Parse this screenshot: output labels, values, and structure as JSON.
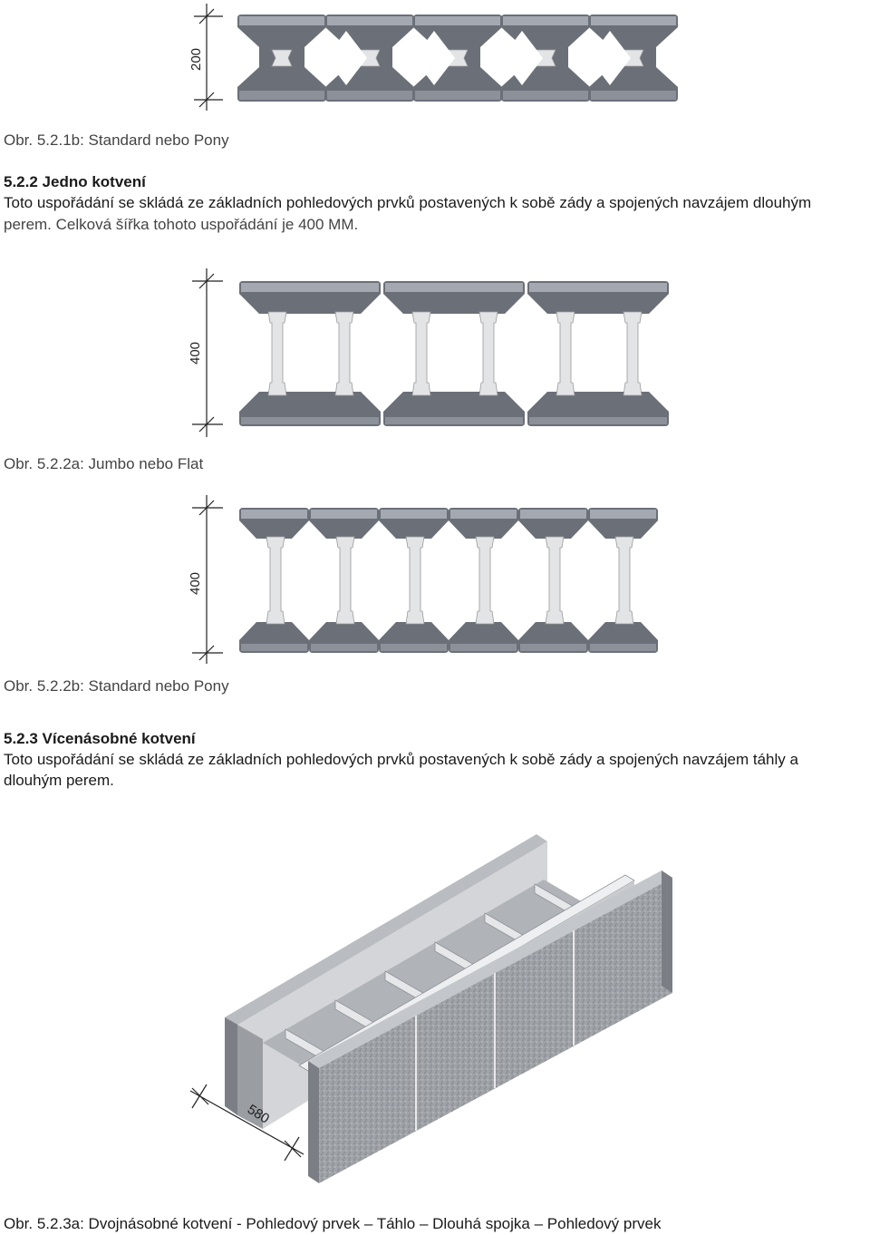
{
  "figures": {
    "fig_1b": {
      "caption": "Obr. 5.2.1b: Standard nebo Pony",
      "dimension": "200"
    },
    "fig_2a": {
      "caption": "Obr. 5.2.2a: Jumbo nebo Flat",
      "dimension": "400"
    },
    "fig_2b": {
      "caption": "Obr. 5.2.2b: Standard nebo Pony",
      "dimension": "400"
    },
    "fig_3a": {
      "caption": "Obr. 5.2.3a: Dvojnásobné kotvení - Pohledový prvek – Táhlo – Dlouhá spojka – Pohledový prvek",
      "dimension": "580"
    }
  },
  "sections": {
    "s_522": {
      "heading": "5.2.2 Jedno kotvení",
      "line1": "Toto uspořádání se skládá ze základních pohledových prvků postavených k sobě zády a spojených navzájem dlouhým",
      "line2": "perem. Celková šířka tohoto uspořádání je 400 MM."
    },
    "s_523": {
      "heading": "5.2.3 Vícenásobné kotvení",
      "line1": "Toto uspořádání se skládá ze základních pohledových prvků postavených k sobě zády a spojených navzájem táhly a",
      "line2": "dlouhým perem."
    }
  },
  "colors": {
    "block": "#6b6f78",
    "block_light": "#a4a8b0",
    "tie": "#e3e4e6",
    "stone": "#9a9ea3"
  }
}
